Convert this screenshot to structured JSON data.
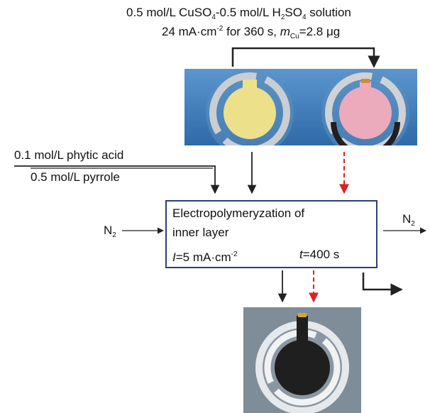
{
  "header": {
    "line1": {
      "a": "0.5 mol/L CuSO",
      "a_sub": "4",
      "b": "-0.5 mol/L H",
      "b_sub": "2",
      "c": "SO",
      "c_sub": "4",
      "d": " solution"
    },
    "line2": {
      "a": "24 mA·cm",
      "a_sup": "-2",
      "b": " for 360 s, ",
      "m": "m",
      "m_sub": "Cu",
      "c": "=2.8 μg"
    }
  },
  "inputs": {
    "phytic": "0.1 mol/L phytic acid",
    "pyrrole": "0.5 mol/L pyrrole"
  },
  "gas_in": {
    "label": "N",
    "sub": "2"
  },
  "gas_out": {
    "label": "N",
    "sub": "2"
  },
  "process": {
    "title_line1": "Electropolymeryzation of",
    "title_line2": "inner layer",
    "current_sym": "I",
    "current_val": "=5 mA·cm",
    "current_sup": "-2",
    "time_sym": "t",
    "time_val": "=400 s"
  },
  "colors": {
    "box_border": "#2c3e7a",
    "arrow": "#222222",
    "dashed_arrow": "#e02020",
    "photo_bg_top": "#3f7fbf",
    "gold_electrode": "#e6d77a",
    "pink_electrode": "#e9a3b5",
    "black_electrode": "#1d1d1d"
  }
}
